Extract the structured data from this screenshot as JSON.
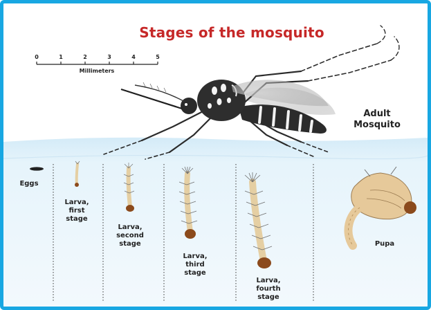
{
  "title": "Stages of the mosquito",
  "scale": {
    "ticks": [
      "0",
      "1",
      "2",
      "3",
      "4",
      "5"
    ],
    "unit": "Millimeters"
  },
  "adult": {
    "line1": "Adult",
    "line2": "Mosquito"
  },
  "stages": [
    {
      "lines": [
        "Eggs"
      ]
    },
    {
      "lines": [
        "Larva,",
        "first",
        "stage"
      ]
    },
    {
      "lines": [
        "Larva,",
        "second",
        "stage"
      ]
    },
    {
      "lines": [
        "Larva,",
        "third",
        "stage"
      ]
    },
    {
      "lines": [
        "Larva,",
        "fourth",
        "stage"
      ]
    },
    {
      "lines": [
        "Pupa"
      ]
    }
  ],
  "colors": {
    "frame": "#18a7e2",
    "title": "#c62828",
    "water_top": "#dceff9",
    "water_bottom": "#eef7fc",
    "mosquito_body": "#2b2b2b",
    "larva_body": "#e8d3a8",
    "larva_head": "#8b4a1c"
  }
}
